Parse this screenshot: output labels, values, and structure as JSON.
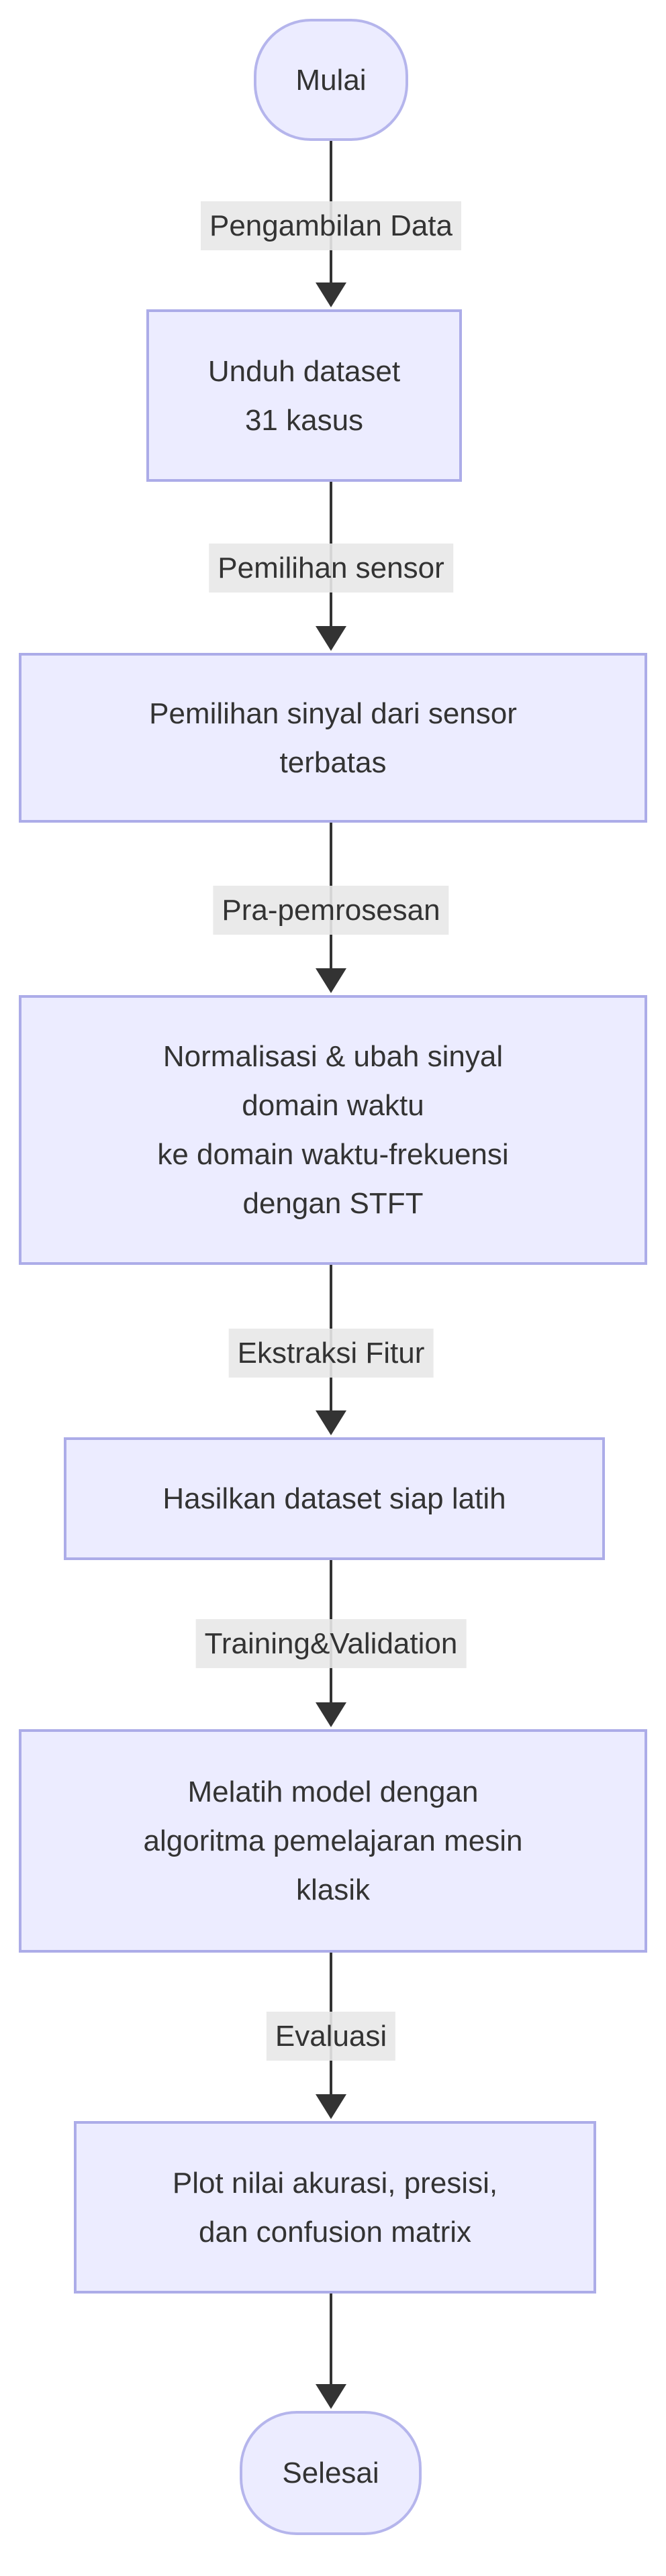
{
  "diagram": {
    "type": "flowchart",
    "direction": "top-down",
    "nodes": [
      {
        "id": "start",
        "shape": "stadium",
        "label": "Mulai",
        "lines": [
          "Mulai"
        ]
      },
      {
        "id": "unduh-dataset",
        "shape": "process",
        "label": "Unduh dataset 31 kasus",
        "lines": [
          "Unduh dataset",
          "31 kasus"
        ]
      },
      {
        "id": "pemilihan-sinyal",
        "shape": "process",
        "label": "Pemilihan sinyal dari sensor terbatas",
        "lines": [
          "Pemilihan sinyal dari sensor",
          "terbatas"
        ]
      },
      {
        "id": "normalisasi-stft",
        "shape": "process",
        "label": "Normalisasi & ubah sinyal domain waktu ke domain waktu-frekuensi dengan STFT",
        "lines": [
          "Normalisasi & ubah sinyal",
          "domain waktu",
          "ke domain waktu-frekuensi",
          "dengan STFT"
        ]
      },
      {
        "id": "hasilkan-dataset",
        "shape": "process",
        "label": "Hasilkan dataset siap latih",
        "lines": [
          "Hasilkan dataset siap latih"
        ]
      },
      {
        "id": "melatih-model",
        "shape": "process",
        "label": "Melatih model dengan algoritma pemelajaran mesin klasik",
        "lines": [
          "Melatih model dengan",
          "algoritma pemelajaran mesin",
          "klasik"
        ]
      },
      {
        "id": "plot-evaluasi",
        "shape": "process",
        "label": "Plot nilai akurasi, presisi, dan confusion matrix",
        "lines": [
          "Plot nilai akurasi, presisi,",
          "dan confusion matrix"
        ]
      },
      {
        "id": "end",
        "shape": "stadium",
        "label": "Selesai",
        "lines": [
          "Selesai"
        ]
      }
    ],
    "edges": [
      {
        "from": "start",
        "to": "unduh-dataset",
        "label": "Pengambilan Data"
      },
      {
        "from": "unduh-dataset",
        "to": "pemilihan-sinyal",
        "label": "Pemilihan sensor"
      },
      {
        "from": "pemilihan-sinyal",
        "to": "normalisasi-stft",
        "label": "Pra-pemrosesan"
      },
      {
        "from": "normalisasi-stft",
        "to": "hasilkan-dataset",
        "label": "Ekstraksi Fitur"
      },
      {
        "from": "hasilkan-dataset",
        "to": "melatih-model",
        "label": "Training&Validation"
      },
      {
        "from": "melatih-model",
        "to": "plot-evaluasi",
        "label": "Evaluasi"
      },
      {
        "from": "plot-evaluasi",
        "to": "end",
        "label": ""
      }
    ],
    "colors": {
      "node_fill": "#ECECFF",
      "node_border": "#ACACE8",
      "edge_line": "#333333",
      "edge_label_bg": "#E8E8E8",
      "text": "#333333",
      "background": "#FFFFFF"
    }
  }
}
